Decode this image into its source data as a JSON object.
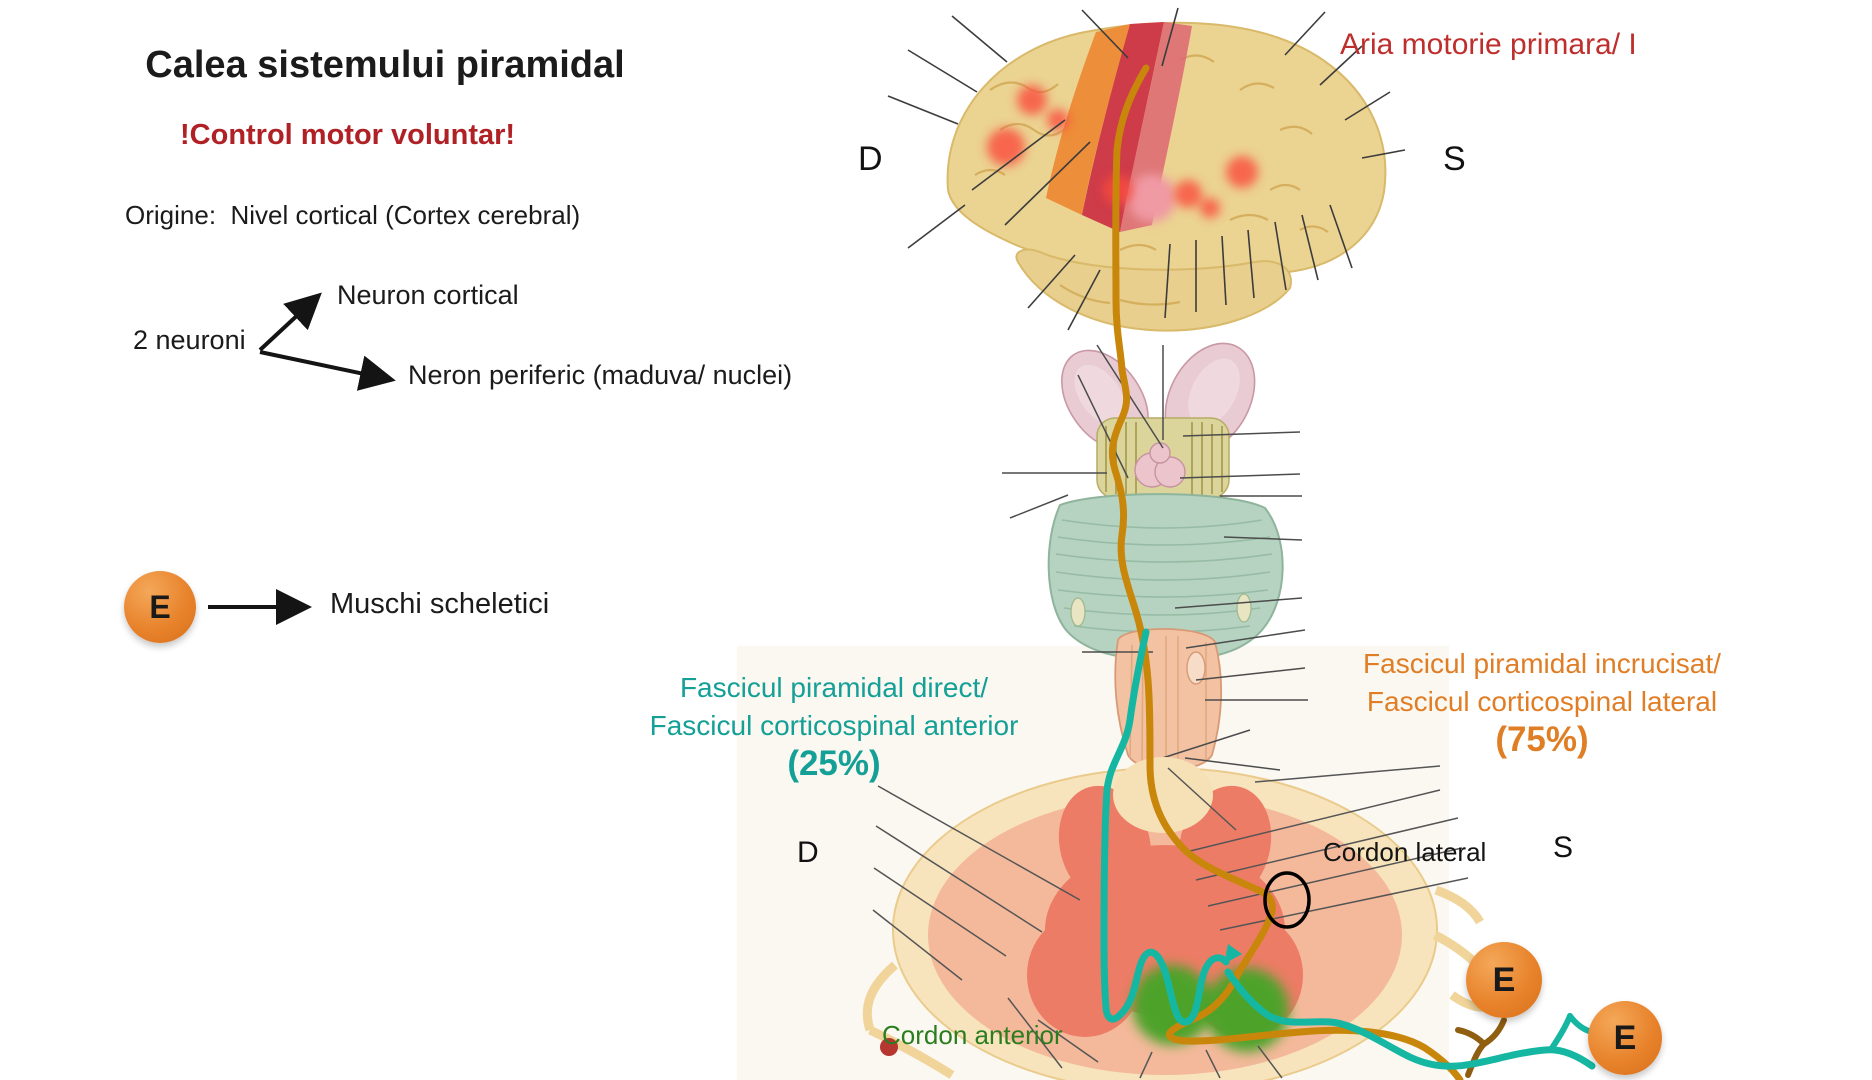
{
  "header": {
    "title": "Calea sistemului piramidal",
    "subtitle": "!Control motor voluntar!"
  },
  "origin_line": "Origine:  Nivel cortical (Cortex cerebral)",
  "neurons": {
    "label": "2 neuroni",
    "branch_top": "Neuron cortical",
    "branch_bottom": "Neron periferic (maduva/ nuclei)"
  },
  "effector": {
    "symbol": "E",
    "target_label": "Muschi scheletici"
  },
  "brain": {
    "area_label": "Aria motorie primara/ I",
    "side_left": "D",
    "side_right": "S"
  },
  "spinal": {
    "side_left": "D",
    "side_right": "S",
    "cordon_lateral_label": "Cordon lateral",
    "cordon_anterior_label": "Cordon anterior"
  },
  "tract_direct": {
    "name_line1": "Fascicul piramidal direct/",
    "name_line2": "Fascicul corticospinal anterior",
    "percent": "(25%)"
  },
  "tract_crossed": {
    "name_line1": "Fascicul piramidal incrucisat/",
    "name_line2": "Fascicul corticospinal lateral",
    "percent": "(75%)"
  },
  "markers": {
    "effector_spinal_upper": "E",
    "effector_spinal_lower": "E"
  },
  "colors": {
    "title_black": "#1b1b1b",
    "subtitle_red": "#b02126",
    "aria_red": "#be2e2c",
    "direct_teal_text": "#14a096",
    "crossed_orange_text": "#e07e26",
    "cordon_anterior_green": "#2b7e1f",
    "effector_circle_orange": "#e8832c",
    "direct_tract_line": "#16b7a2",
    "crossed_tract_line": "#c8860b"
  }
}
